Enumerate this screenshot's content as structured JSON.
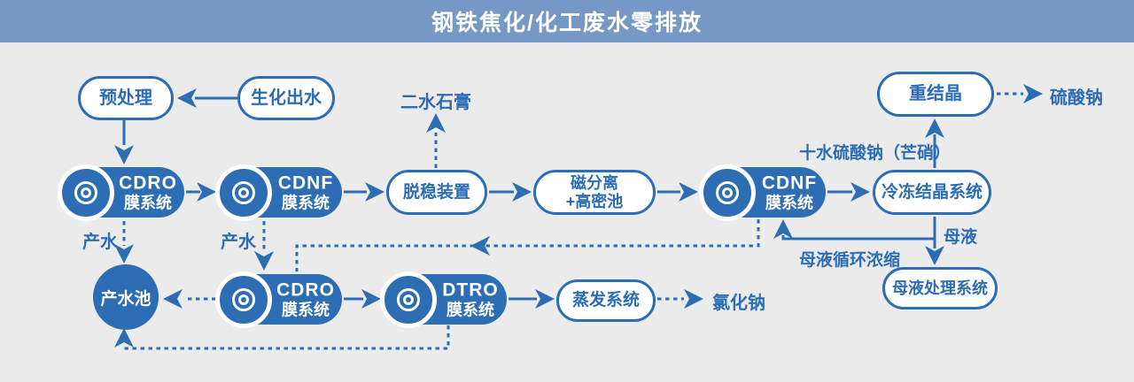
{
  "title": "钢铁焦化/化工废水零排放",
  "colors": {
    "primary_blue": "#2c6db4",
    "header_blue": "#7598c5",
    "background_gray": "#ebebeb",
    "node_text_white": "#ffffff"
  },
  "icons": {
    "membrane_disc": "double-circle-target"
  },
  "nodes": {
    "pretreatment": {
      "label": "预处理"
    },
    "biochemical_effluent": {
      "label": "生化出水"
    },
    "cdro_1": {
      "line1": "CDRO",
      "line2": "膜系统"
    },
    "cdnf_1": {
      "line1": "CDNF",
      "line2": "膜系统"
    },
    "destabilization": {
      "label": "脱稳装置"
    },
    "magnetic_separation": {
      "line1": "磁分离",
      "line2": "+高密池"
    },
    "cdnf_2": {
      "line1": "CDNF",
      "line2": "膜系统"
    },
    "freeze_crystallization": {
      "label": "冷冻结晶系统"
    },
    "recrystallization": {
      "label": "重结晶"
    },
    "product_water_pool": {
      "label": "产水池"
    },
    "cdro_2": {
      "line1": "CDRO",
      "line2": "膜系统"
    },
    "dtro": {
      "line1": "DTRO",
      "line2": "膜系统"
    },
    "evaporation": {
      "label": "蒸发系统"
    },
    "mother_liquor_treatment": {
      "label": "母液处理系统"
    }
  },
  "labels": {
    "dihydrate_gypsum": "二水石膏",
    "sodium_sulfate": "硫酸钠",
    "glauber_salt": "十水硫酸钠（芒硝）",
    "product_water_1": "产水",
    "product_water_2": "产水",
    "mother_liquor": "母液",
    "mother_liquor_recycle": "母液循环浓缩",
    "sodium_chloride": "氯化钠"
  },
  "edges": [
    {
      "from": "biochemical_effluent",
      "to": "pretreatment",
      "style": "solid"
    },
    {
      "from": "pretreatment",
      "to": "cdro_1",
      "style": "solid"
    },
    {
      "from": "cdro_1",
      "to": "cdnf_1",
      "style": "solid"
    },
    {
      "from": "cdnf_1",
      "to": "destabilization",
      "style": "solid"
    },
    {
      "from": "destabilization",
      "to": "magnetic_separation",
      "style": "solid"
    },
    {
      "from": "magnetic_separation",
      "to": "cdnf_2",
      "style": "solid"
    },
    {
      "from": "cdnf_2",
      "to": "freeze_crystallization",
      "style": "solid"
    },
    {
      "from": "freeze_crystallization",
      "to": "recrystallization",
      "style": "solid",
      "label": "十水硫酸钠（芒硝）"
    },
    {
      "from": "freeze_crystallization",
      "to": "mother_liquor_treatment",
      "style": "solid",
      "label": "母液"
    },
    {
      "from": "mother_liquor_line",
      "to": "cdnf_2",
      "style": "solid",
      "label": "母液循环浓缩"
    },
    {
      "from": "cdro_2",
      "to": "dtro",
      "style": "solid"
    },
    {
      "from": "dtro",
      "to": "evaporation",
      "style": "solid"
    },
    {
      "from": "destabilization",
      "to": "dihydrate_gypsum",
      "style": "dashed"
    },
    {
      "from": "recrystallization",
      "to": "sodium_sulfate",
      "style": "dashed"
    },
    {
      "from": "cdro_1",
      "to": "product_water_pool",
      "style": "dashed",
      "label": "产水"
    },
    {
      "from": "cdnf_1",
      "to": "cdro_2",
      "style": "dashed",
      "label": "产水"
    },
    {
      "from": "cdnf_2",
      "to": "cdro_2",
      "style": "dashed"
    },
    {
      "from": "cdro_2",
      "to": "product_water_pool",
      "style": "dashed"
    },
    {
      "from": "evaporation",
      "to": "sodium_chloride",
      "style": "dashed"
    },
    {
      "from": "dtro",
      "to": "product_water_pool",
      "style": "dashed"
    }
  ]
}
